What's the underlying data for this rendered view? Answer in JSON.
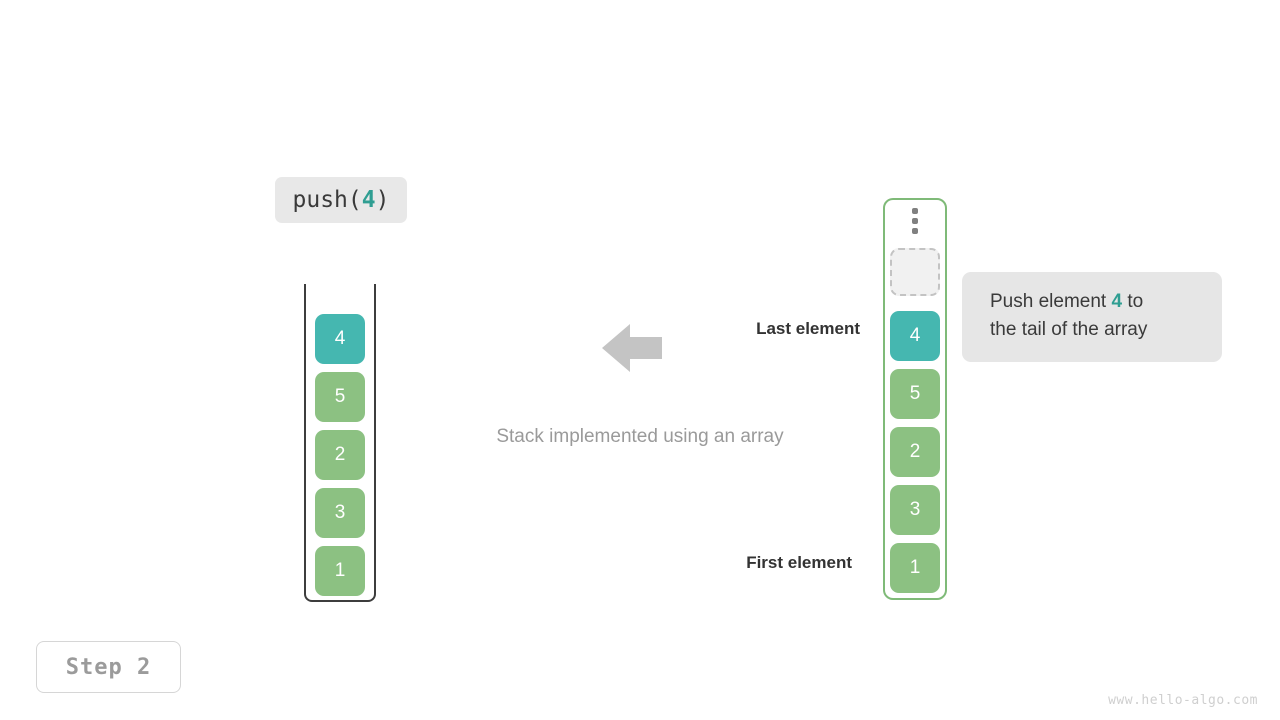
{
  "operation": {
    "prefix": "push(",
    "value": "4",
    "suffix": ")"
  },
  "stack": {
    "caption": "Stack implemented using an array",
    "items": [
      {
        "value": "4",
        "color": "teal"
      },
      {
        "value": "5",
        "color": "green"
      },
      {
        "value": "2",
        "color": "green"
      },
      {
        "value": "3",
        "color": "green"
      },
      {
        "value": "1",
        "color": "green"
      }
    ]
  },
  "annotations": {
    "last_element": "Last element",
    "first_element": "First element",
    "arrow": "left-arrow-icon"
  },
  "array": {
    "ellipsis": "vertical-ellipsis-icon",
    "placeholder": "",
    "items": [
      {
        "value": "4",
        "color": "teal"
      },
      {
        "value": "5",
        "color": "green"
      },
      {
        "value": "2",
        "color": "green"
      },
      {
        "value": "3",
        "color": "green"
      },
      {
        "value": "1",
        "color": "green"
      }
    ]
  },
  "tooltip": {
    "line1_before": "Push element ",
    "value": "4",
    "line1_after": " to",
    "line2": "the tail of the array"
  },
  "step": {
    "label": "Step 2"
  },
  "watermark": {
    "text": "www.hello-algo.com"
  },
  "colors": {
    "teal": "#45b7b0",
    "green": "#8cc182",
    "accent_text": "#2f9e92",
    "array_border": "#7fba78",
    "stack_border": "#3d3d3d",
    "chip_bg": "#e8e8e8",
    "tooltip_bg": "#e6e6e6"
  }
}
